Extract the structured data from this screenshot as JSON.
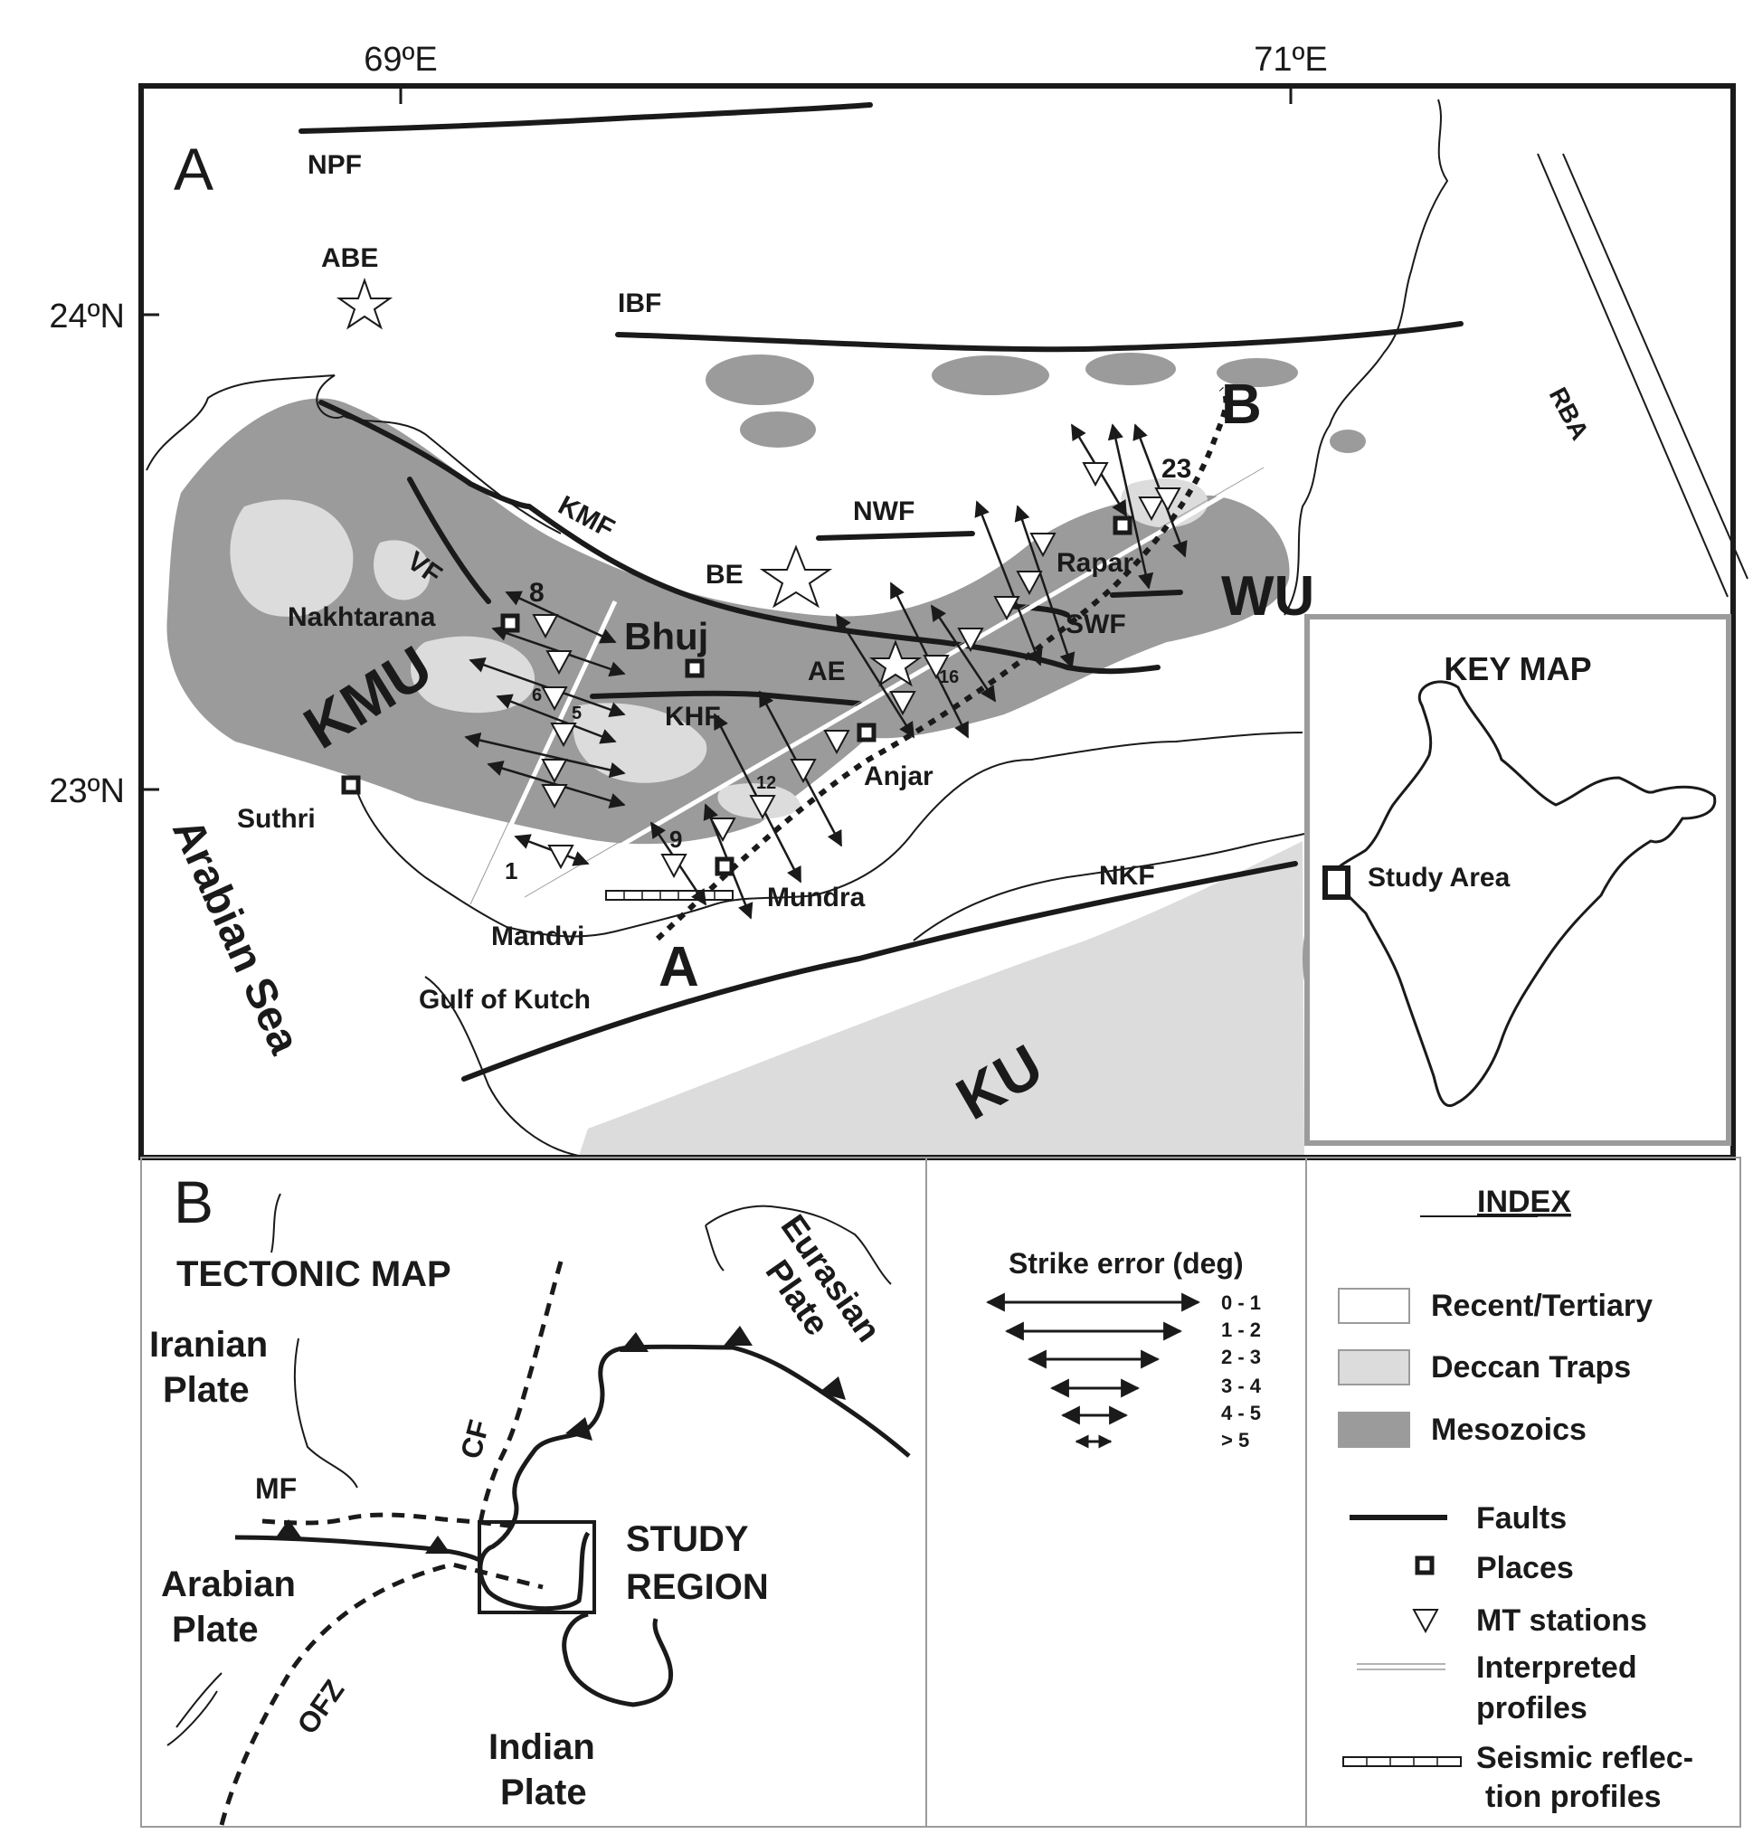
{
  "panel_a": {
    "letter": "A",
    "axes": {
      "lon_left": "69ºE",
      "lon_right": "71ºE",
      "lat_top": "24ºN",
      "lat_bottom": "23ºN"
    },
    "faults": {
      "npf": "NPF",
      "ibf": "IBF",
      "kmf": "KMF",
      "vf": "VF",
      "nwf": "NWF",
      "swf": "SWF",
      "khf": "KHF",
      "nkf": "NKF",
      "rba": "RBA"
    },
    "earthquakes": {
      "abe": "ABE",
      "be": "BE",
      "ae": "AE"
    },
    "places": {
      "nakhtarana": "Nakhtarana",
      "bhuj": "Bhuj",
      "rapar": "Rapar",
      "anjar": "Anjar",
      "mundra": "Mundra",
      "mandvi": "Mandvi",
      "suthri": "Suthri"
    },
    "regions": {
      "kmu": "KMU",
      "wu": "WU",
      "ku": "KU"
    },
    "water": {
      "arabian_sea": "Arabian Sea",
      "gulf": "Gulf of Kutch"
    },
    "profile_ends": {
      "a": "A",
      "b": "B"
    },
    "station_numbers": {
      "s1": "1",
      "s5": "5",
      "s6": "6",
      "s8": "8",
      "s9": "9",
      "s12": "12",
      "s16": "16",
      "s23": "23"
    }
  },
  "key_map": {
    "title": "KEY MAP",
    "study_area": "Study Area"
  },
  "panel_b": {
    "letter": "B",
    "title": "TECTONIC MAP",
    "iranian_1": "Iranian",
    "iranian_2": "Plate",
    "arabian_1": "Arabian",
    "arabian_2": "Plate",
    "indian_1": "Indian",
    "indian_2": "Plate",
    "eurasian_1": "Eurasian",
    "eurasian_2": "Plate",
    "cf": "CF",
    "mf": "MF",
    "ofz": "OFZ",
    "study_1": "STUDY",
    "study_2": "REGION"
  },
  "strike": {
    "title": "Strike error (deg)",
    "ranges": [
      "0 - 1",
      "1 - 2",
      "2 - 3",
      "3 - 4",
      "4 - 5",
      "> 5"
    ]
  },
  "index": {
    "title": "INDEX",
    "recent": "Recent/Tertiary",
    "deccan": "Deccan Traps",
    "mesozoics": "Mesozoics",
    "faults": "Faults",
    "places": "Places",
    "mt": "MT stations",
    "interp_1": "Interpreted",
    "interp_2": "profiles",
    "seismic_1": "Seismic reflec-",
    "seismic_2": "tion profiles"
  },
  "colors": {
    "mesozoic": "#9b9b9b",
    "deccan": "#dcdcdc",
    "recent": "#ffffff",
    "line": "#1a1a1a"
  }
}
